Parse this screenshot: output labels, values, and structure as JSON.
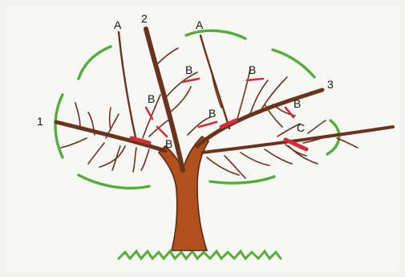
{
  "diagram": {
    "labels": {
      "main_limb_1": "1",
      "main_limb_2": "2",
      "main_limb_3": "3",
      "leader_a_left": "A",
      "leader_a_right": "A",
      "cut_b_upper_center": "B",
      "cut_b_left_upper": "B",
      "cut_b_left_lower": "B",
      "cut_b_center": "B",
      "cut_b_right_upper": "B",
      "cut_b_right_lower": "B",
      "cut_c": "C"
    },
    "colors": {
      "paper": "#f7f7f5",
      "trunk_fill": "#b0501c",
      "trunk_outline": "#5a2a14",
      "branch": "#6b331b",
      "cut_mark": "#d42a3a",
      "canopy_outline": "#55ad3c",
      "grass": "#58ac3a"
    }
  }
}
